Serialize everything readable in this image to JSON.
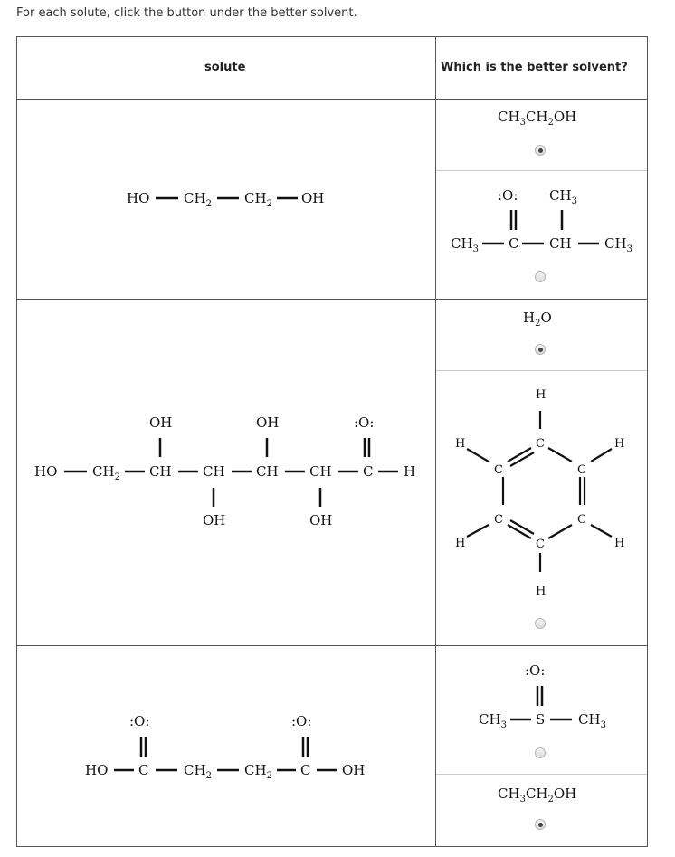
{
  "instruction": "For each solute, click the button under the better solvent.",
  "headers": {
    "solute": "solute",
    "solvent": "Which is the better solvent?"
  },
  "rows": [
    {
      "solute": "HO — CH2 — CH2 — OH",
      "options": [
        {
          "label": "CH3CH2OH",
          "selected": true
        },
        {
          "label": "CH3 — C(=O) — CH(CH3) — CH3",
          "selected": false
        }
      ]
    },
    {
      "solute": "HO — CH2 — CH(OH) — CH(OH) — CH(OH) — CH(OH) — C(=O) — H",
      "options": [
        {
          "label": "H2O",
          "selected": true
        },
        {
          "label": "C6H6 (benzene)",
          "selected": false
        }
      ]
    },
    {
      "solute": "HO — C(=O) — CH2 — CH2 — C(=O) — OH",
      "options": [
        {
          "label": "CH3 — S(=O) — CH3",
          "selected": false
        },
        {
          "label": "CH3CH2OH",
          "selected": true
        }
      ]
    }
  ]
}
